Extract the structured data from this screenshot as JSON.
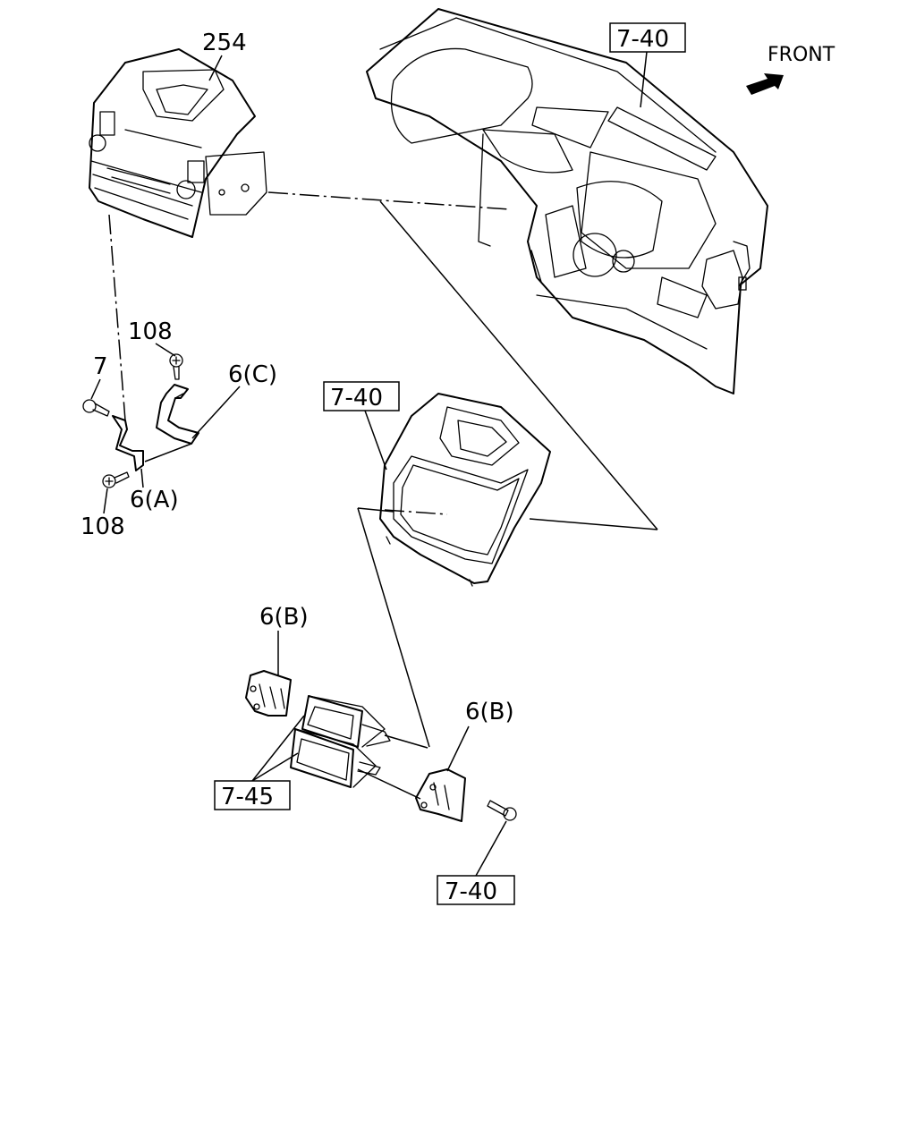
{
  "front_label": "FRONT",
  "labels": {
    "p254": "254",
    "p108_top": "108",
    "p7": "7",
    "p6c": "6(C)",
    "p6a": "6(A)",
    "p108_bottom": "108",
    "p6b_left": "6(B)",
    "p6b_right": "6(B)"
  },
  "ref_boxes": {
    "dash": "7-40",
    "bezel": "7-40",
    "pocket": "7-45",
    "bolt": "7-40"
  }
}
